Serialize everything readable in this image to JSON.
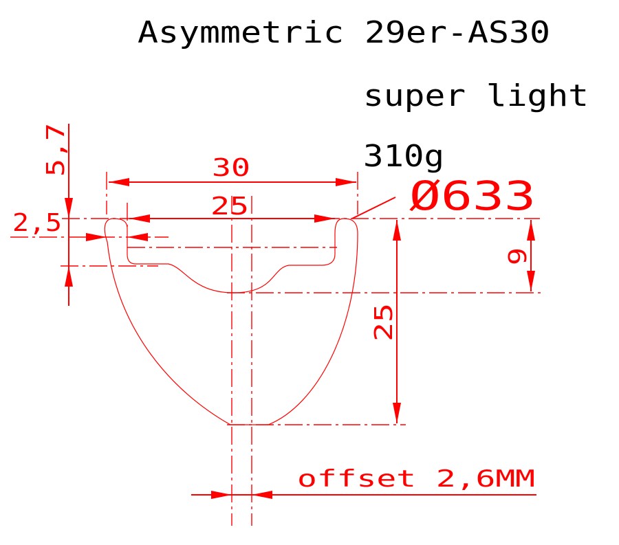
{
  "title": {
    "line1": "Asymmetric 29er-AS30",
    "line2": "super light",
    "line3": "310g"
  },
  "dimensions": {
    "outer_width": "30",
    "inner_width": "25",
    "diameter": "Ø633",
    "height": "25",
    "hook_depth": "9",
    "bead_height": "5,7",
    "wall": "2,5",
    "offset": "offset 2,6MM"
  },
  "colors": {
    "annotation": "#ff0000",
    "title": "#000000",
    "background": "#ffffff"
  }
}
